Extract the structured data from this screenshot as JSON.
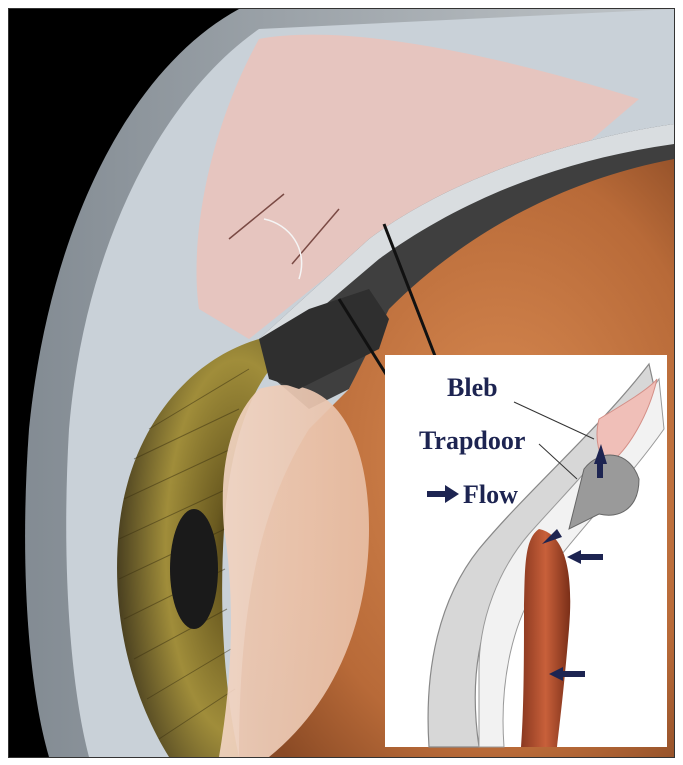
{
  "labels": {
    "bleb": "Bleb",
    "trapdoor": "Trapdoor",
    "flow": "Flow"
  },
  "icons": {
    "flow_arrow": "right-arrow-icon"
  },
  "colors": {
    "label_text": "#1d2451",
    "arrow": "#1d2451",
    "background": "#000000",
    "inset_background": "#ffffff",
    "iris": "#8a7a2c",
    "sclera": "#5a5a5a",
    "bleb_tissue": "#e6b9b4",
    "retina": "#b3542f"
  }
}
